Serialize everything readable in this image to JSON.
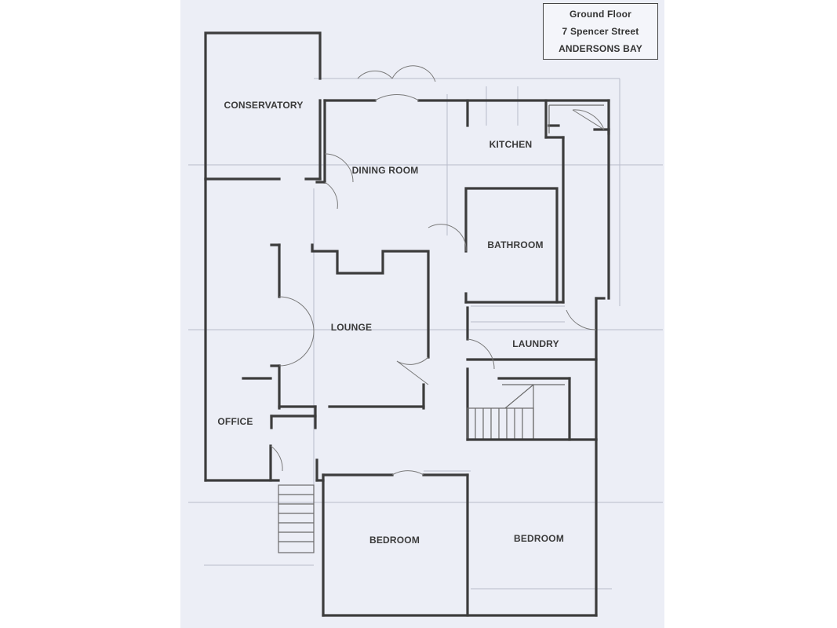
{
  "title_block": {
    "line1": "Ground Floor",
    "line2": "7 Spencer Street",
    "line3": "ANDERSONS BAY"
  },
  "rooms": {
    "conservatory": "CONSERVATORY",
    "dining_room": "DINING ROOM",
    "kitchen": "KITCHEN",
    "bathroom": "BATHROOM",
    "lounge": "LOUNGE",
    "laundry": "LAUNDRY",
    "office": "OFFICE",
    "bedroom_left": "BEDROOM",
    "bedroom_right": "BEDROOM"
  }
}
